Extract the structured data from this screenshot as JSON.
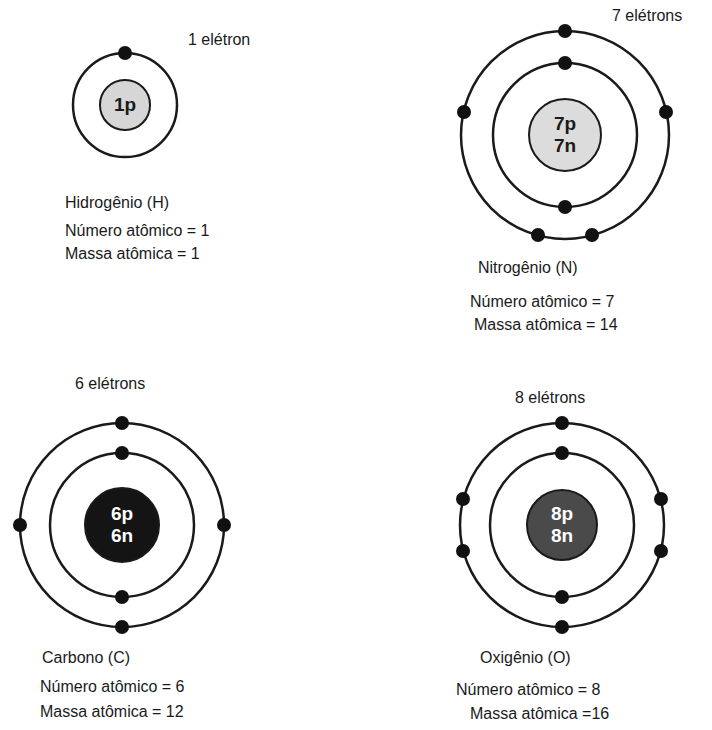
{
  "diagram": {
    "nodes": [
      {
        "text": [
          "1p"
        ]
      },
      {
        "text": [
          "7p 7n"
        ]
      },
      {
        "text": [
          "6p 6n"
        ]
      },
      {
        "text": [
          "8p 8n"
        ]
      }
    ],
    "labels": [
      "1 elétron",
      "Hidrogênio (H)",
      "Número atômico = 1",
      "Massa atômica = 1",
      "7 elétrons",
      "Nitrogênio (N)",
      "Número atômico = 7",
      "Massa atômica = 14",
      "6 elétrons",
      "Carbono (C)",
      "Número atômico = 6",
      "Massa atômica = 12",
      "8 elétrons",
      "Oxigênio (O)",
      "Número atômico = 8",
      "Massa atômica =16"
    ]
  }
}
